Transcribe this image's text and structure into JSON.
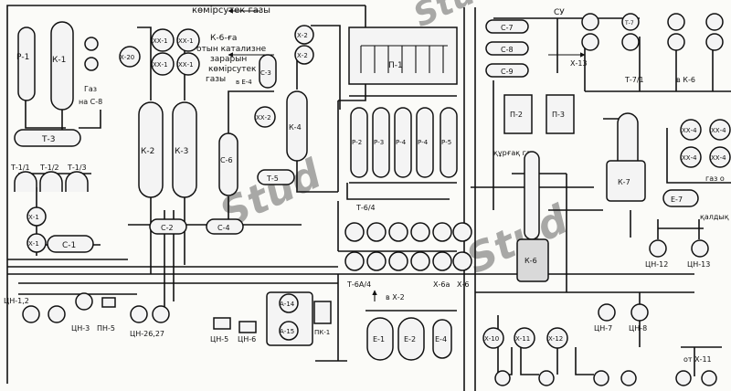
{
  "labels": {
    "p1": "Р-1",
    "k1": "К-1",
    "t3": "Т-3",
    "t11": "Т-1/1",
    "t12": "Т-1/2",
    "t13": "Т-1/3",
    "x1a": "Х-1",
    "x1b": "Х-1",
    "c1": "С-1",
    "gaz": "Газ",
    "to_c8": "на С-8",
    "x20": "Х-20",
    "xx1": "ХХ-1",
    "k2": "К-2",
    "k3": "К-3",
    "c6": "С-6",
    "c2": "С-2",
    "c4": "С-4",
    "c3": "С-3",
    "to_e4": "в Е-4",
    "xx2": "ХХ-2",
    "x2a": "Х-2",
    "x2b": "Х-2",
    "k4": "К-4",
    "t5": "Т-5",
    "p1furnace": "П-1",
    "p2": "Р-2",
    "p3": "Р-3",
    "p4": "Р-4",
    "p4a": "Р-4",
    "p5": "Р-5",
    "t64": "Т-6/4",
    "t6a4": "Т-6А/4",
    "x6a": "Х-6а",
    "x6": "Х-6",
    "to_x2": "в Х-2",
    "cn12": "ЦН-1,2",
    "cn3": "ЦН-3",
    "pn5": "ПН-5",
    "cn2627": "ЦН-26,27",
    "cn5": "ЦН-5",
    "cn6": "ЦН-6",
    "a14": "А-14",
    "a15": "А-15",
    "pk1": "ПК-1",
    "e1": "Е-1",
    "e2": "Е-2",
    "e4": "Е-4",
    "c7": "С-7",
    "c8": "С-8",
    "c9": "С-9",
    "su": "СУ",
    "x13": "Х-13",
    "t7": "Т-7",
    "t7_1": "Т-7/1",
    "to_k6": "в К-6",
    "p2b": "П-2",
    "p3b": "П-3",
    "dry_gas": "құрғақ газ",
    "k6": "К-6",
    "k7": "К-7",
    "e7": "Е-7",
    "xx4": "ХХ-4",
    "gaz_short": "газ о",
    "ostatok": "қалдық",
    "cn12b": "ЦН-12",
    "cn13": "ЦН-13",
    "cn7": "ЦН-7",
    "cn8": "ЦН-8",
    "x10": "Х-10",
    "x11": "Х-11",
    "x12": "Х-12",
    "ot_x11": "от Х-11"
  },
  "annotations": {
    "hydrocarbon_gas": "көмірсутек газы",
    "to_k6_line1": "К-6-ға",
    "to_k6_line2": "отын катализне",
    "to_k6_line3": "зарарын",
    "to_k6_line4": "көмірсутек",
    "to_k6_line5": "газы"
  },
  "watermark": "Stud"
}
